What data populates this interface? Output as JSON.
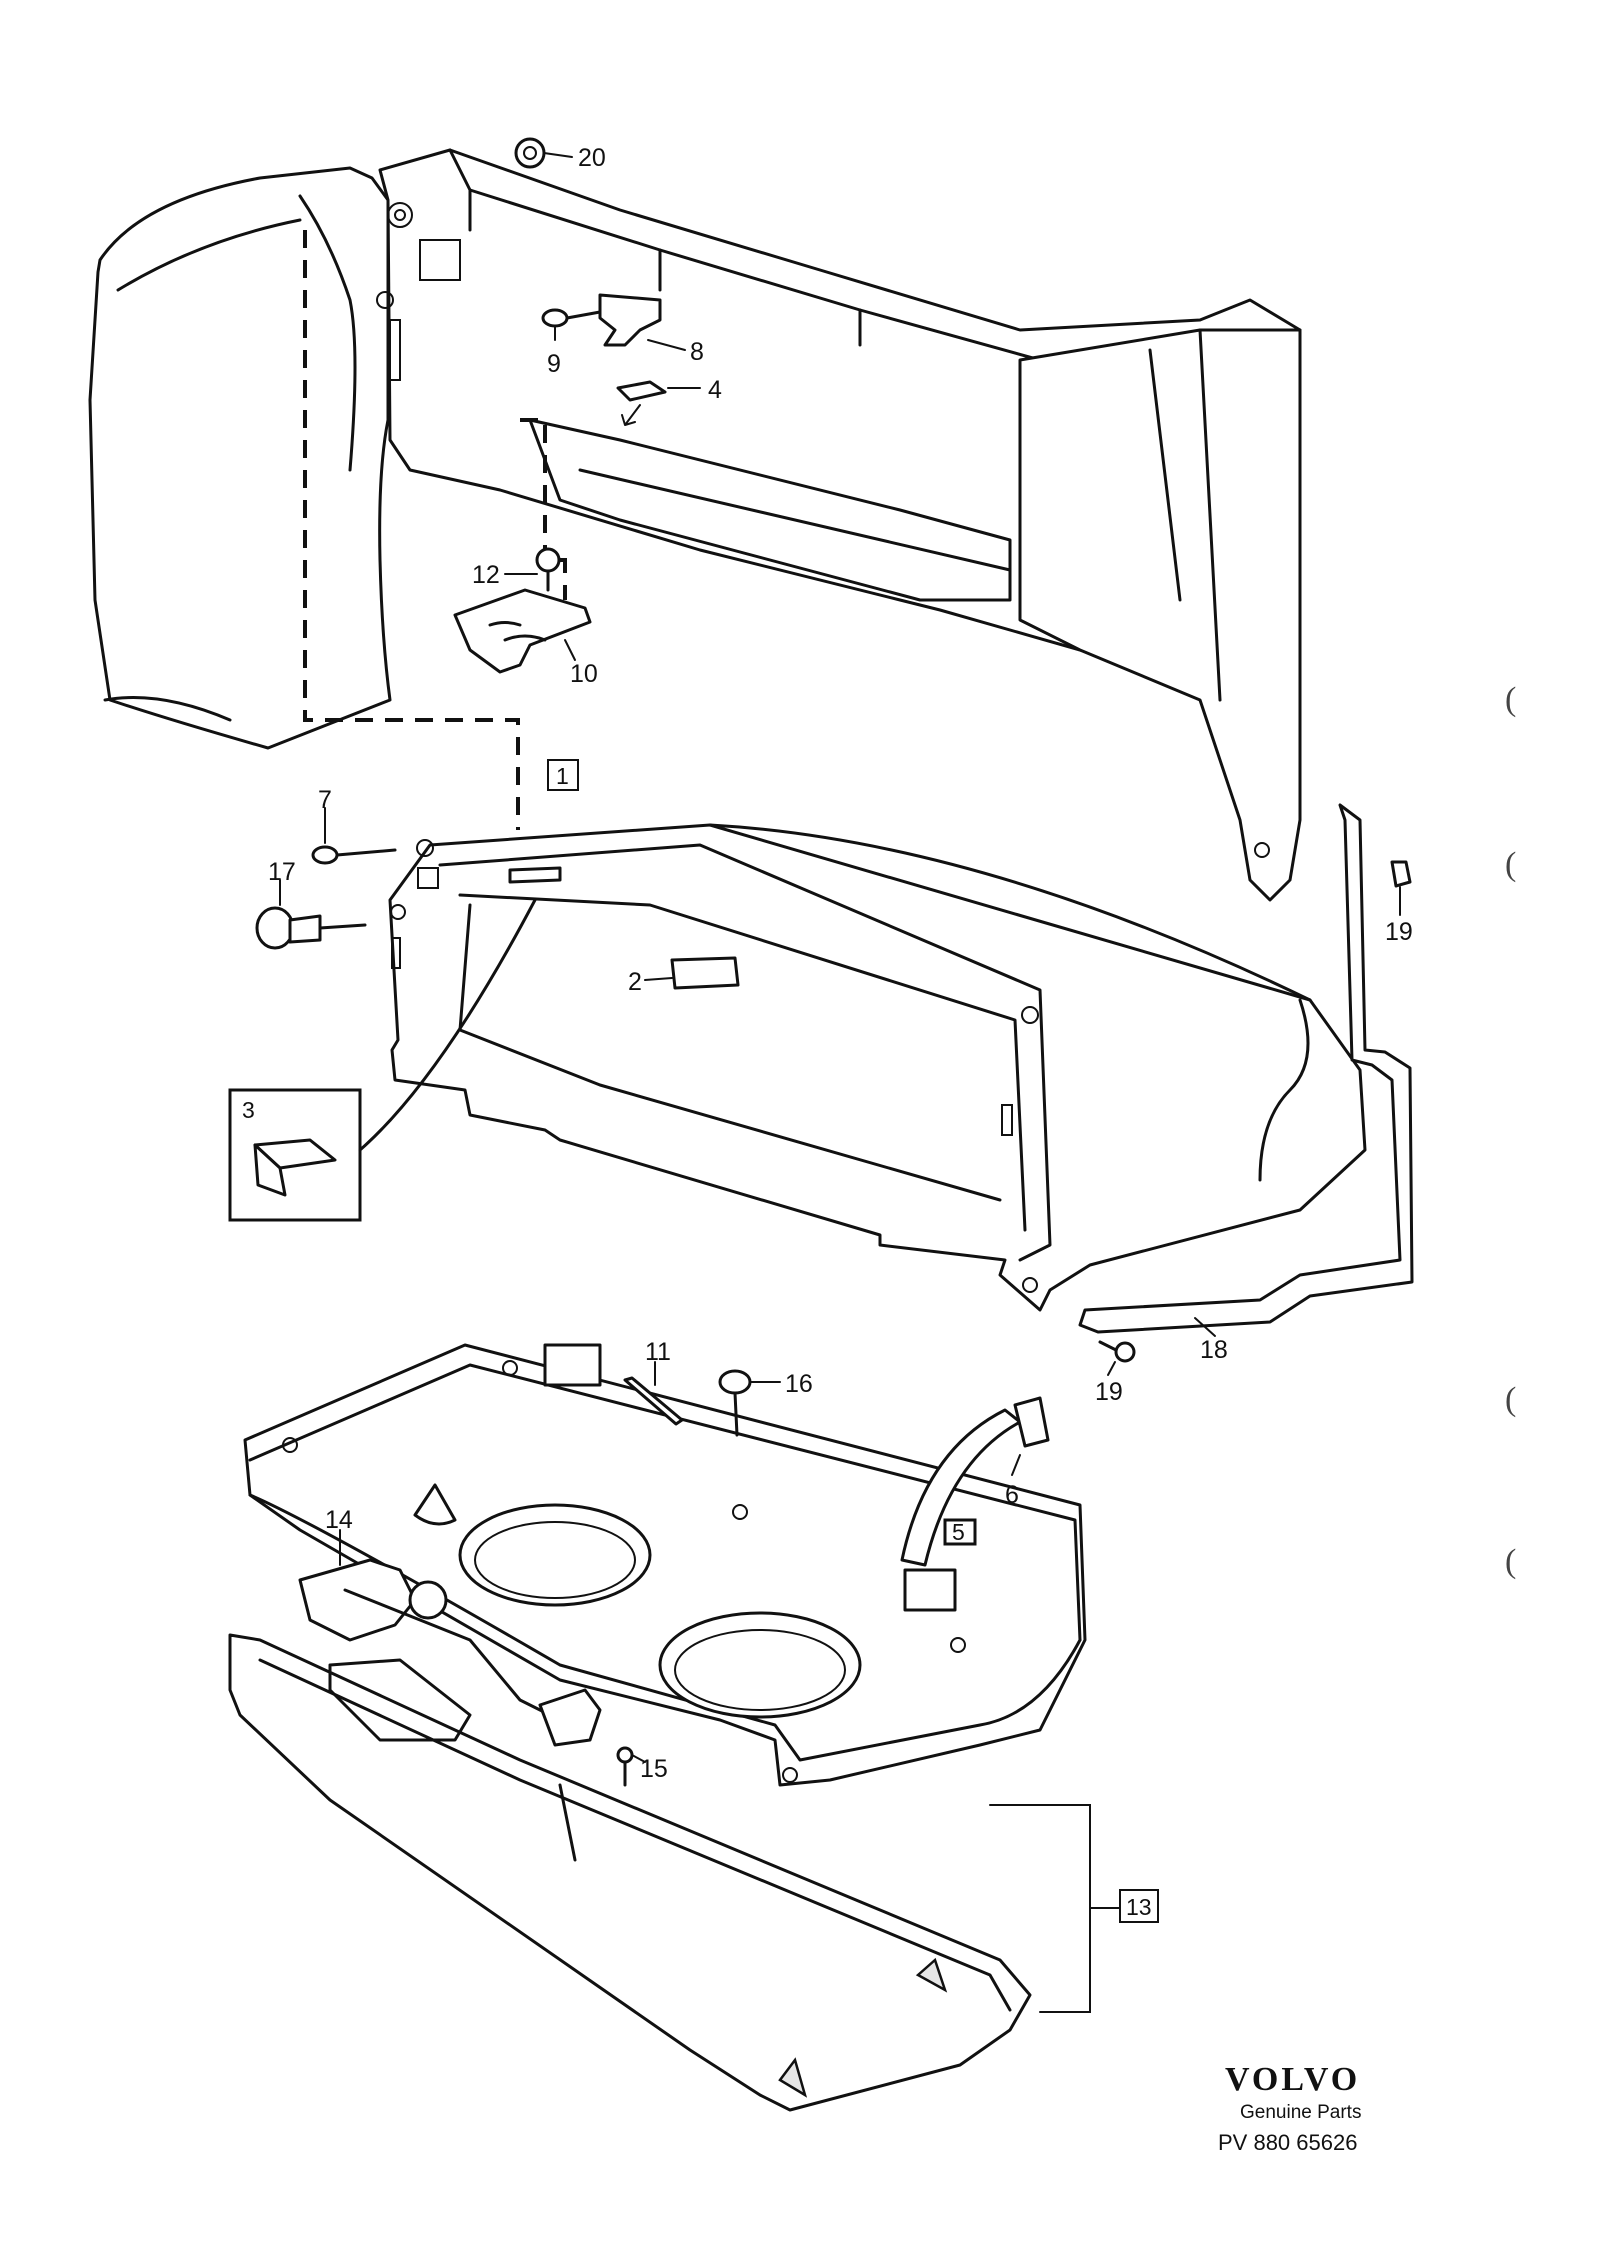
{
  "diagram": {
    "callouts": [
      {
        "id": "c20",
        "text": "20"
      },
      {
        "id": "c9",
        "text": "9"
      },
      {
        "id": "c8",
        "text": "8"
      },
      {
        "id": "c4",
        "text": "4"
      },
      {
        "id": "c12",
        "text": "12"
      },
      {
        "id": "c10",
        "text": "10"
      },
      {
        "id": "c7",
        "text": "7"
      },
      {
        "id": "c17",
        "text": "17"
      },
      {
        "id": "c2",
        "text": "2"
      },
      {
        "id": "c19a",
        "text": "19"
      },
      {
        "id": "c19b",
        "text": "19"
      },
      {
        "id": "c18",
        "text": "18"
      },
      {
        "id": "c11",
        "text": "11"
      },
      {
        "id": "c16",
        "text": "16"
      },
      {
        "id": "c6",
        "text": "6"
      },
      {
        "id": "c14",
        "text": "14"
      },
      {
        "id": "c15",
        "text": "15"
      }
    ],
    "boxed_callouts": [
      {
        "id": "b1",
        "text": "1"
      },
      {
        "id": "b3",
        "text": "3"
      },
      {
        "id": "b5",
        "text": "5"
      },
      {
        "id": "b13",
        "text": "13"
      }
    ],
    "margin_marks": [
      "(",
      "(",
      "(",
      "("
    ]
  },
  "branding": {
    "logo": "VOLVO",
    "subtitle": "Genuine Parts",
    "part_number": "PV 880 65626"
  }
}
